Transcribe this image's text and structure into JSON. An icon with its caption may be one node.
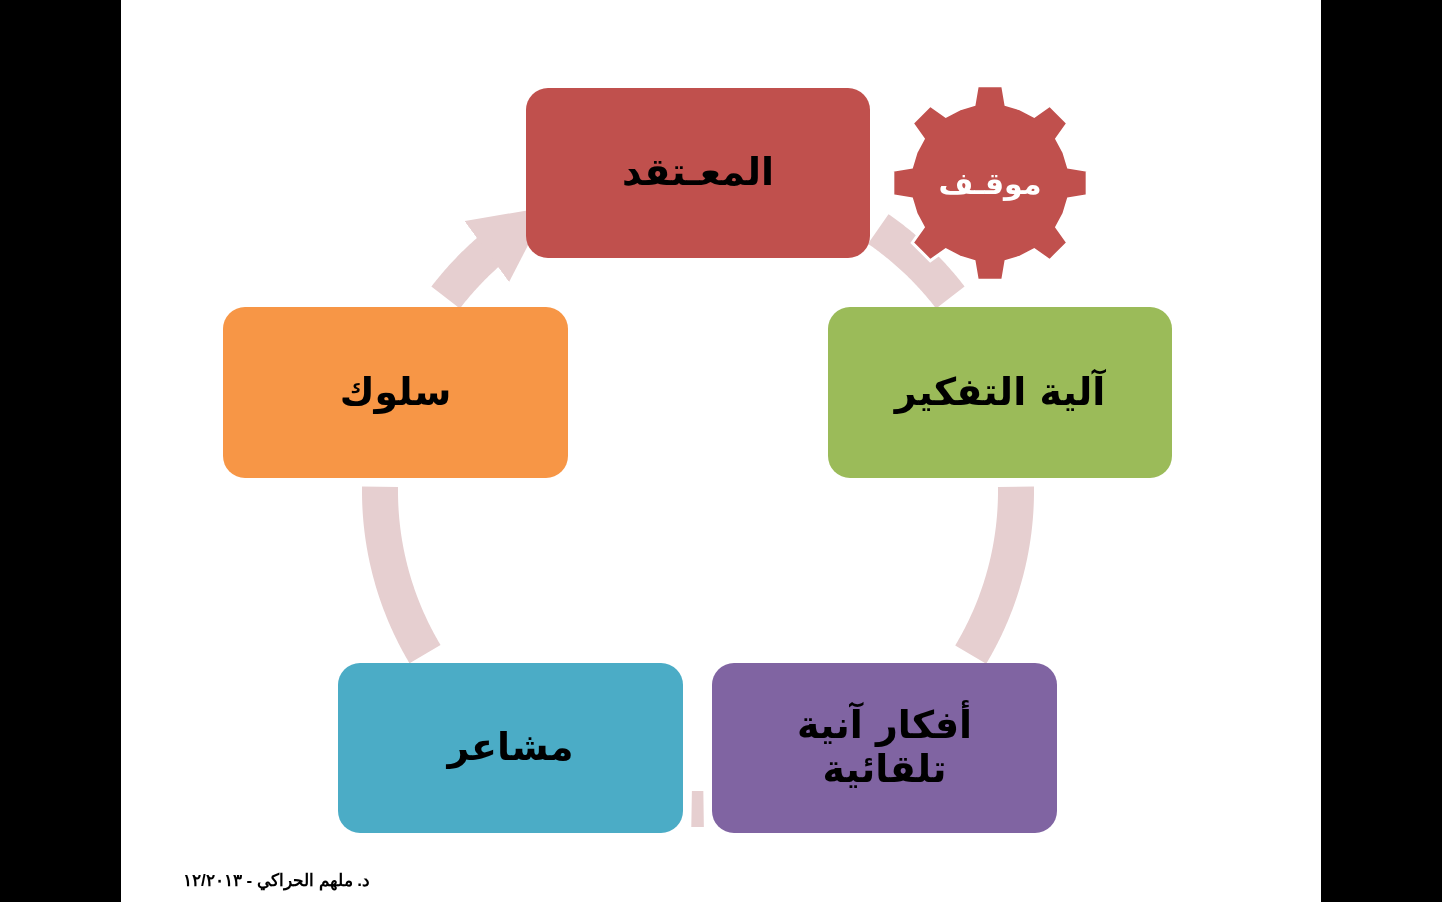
{
  "diagram": {
    "nodes": [
      {
        "text": [
          "المعـتقد"
        ]
      },
      {
        "text": [
          "موقـف"
        ]
      },
      {
        "text": [
          "آلية التفكير"
        ]
      },
      {
        "text": [
          "أفكار آنية تلقائية"
        ]
      },
      {
        "text": [
          "مشاعر"
        ]
      },
      {
        "text": [
          "سلوك"
        ]
      }
    ],
    "edges": [
      {
        "from": 0,
        "to": 2,
        "arrow": "none"
      },
      {
        "from": 2,
        "to": 3,
        "arrow": "none"
      },
      {
        "from": 3,
        "to": 4,
        "arrow": "none"
      },
      {
        "from": 4,
        "to": 5,
        "arrow": "none"
      },
      {
        "from": 5,
        "to": 0,
        "arrow": "to"
      }
    ],
    "labels": [
      "د. ملهم الحراكي  - ١٢/٢٠١٣"
    ]
  }
}
